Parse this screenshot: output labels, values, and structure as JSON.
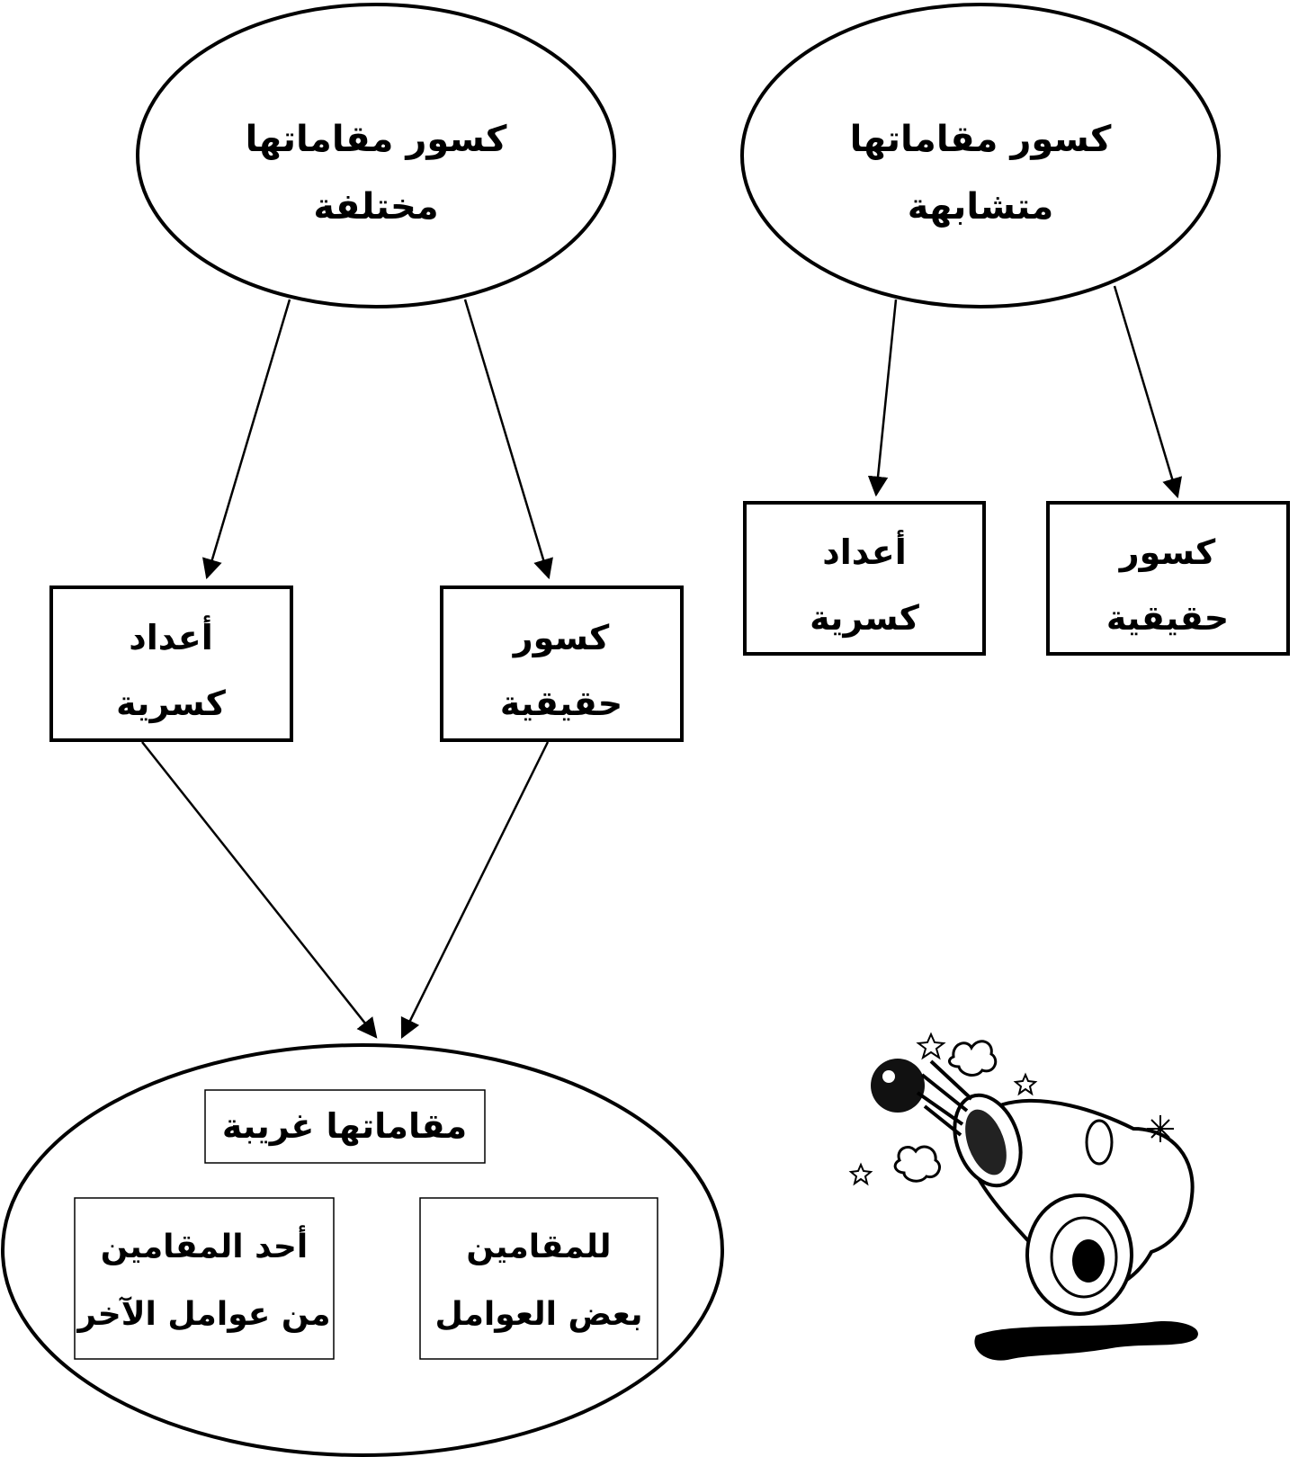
{
  "diagrams": {
    "left": {
      "top_node": {
        "line1": "كسور مقاماتها",
        "line2": "مختلفة"
      },
      "box_right": {
        "line1": "كسور",
        "line2": "حقيقية"
      },
      "box_left": {
        "line1": "أعداد",
        "line2": "كسرية"
      }
    },
    "right": {
      "top_node": {
        "line1": "كسور مقاماتها",
        "line2": "متشابهة"
      },
      "box_right": {
        "line1": "كسور",
        "line2": "حقيقية"
      },
      "box_left": {
        "line1": "أعداد",
        "line2": "كسرية"
      }
    },
    "bottom": {
      "header": "مقاماتها غريبة",
      "box_right": {
        "line1": "للمقامين",
        "line2": "بعض العوامل"
      },
      "box_left": {
        "line1": "أحد المقامين",
        "line2": "من عوامل الآخر"
      }
    }
  },
  "illustration": {
    "icon": "cannon-icon"
  },
  "colors": {
    "stroke": "#000000",
    "fill": "#ffffff"
  }
}
